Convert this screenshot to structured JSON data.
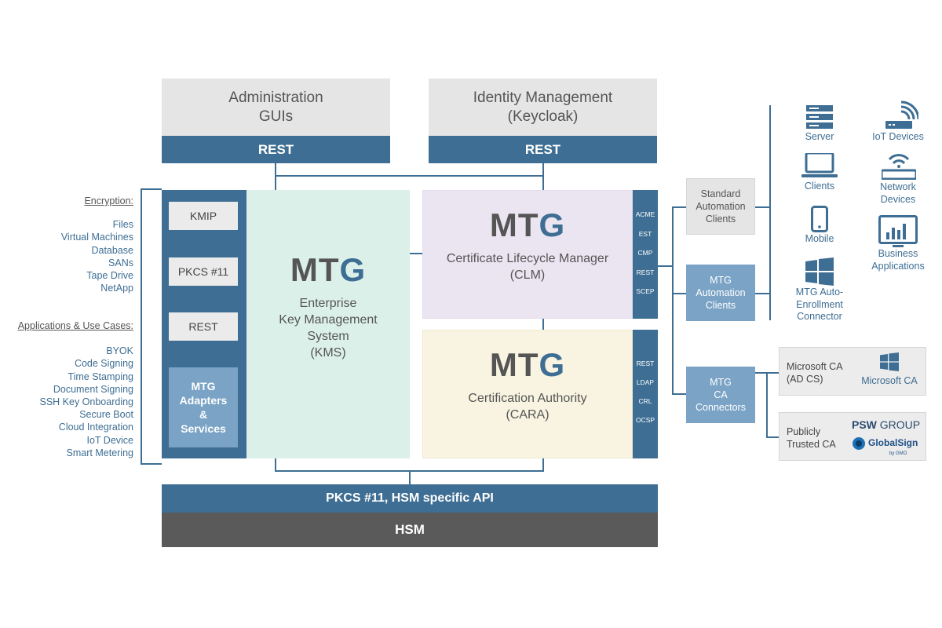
{
  "top": {
    "admin": {
      "line1": "Administration",
      "line2": "GUIs",
      "rest": "REST"
    },
    "identity": {
      "line1": "Identity Management",
      "line2": "(Keycloak)",
      "rest": "REST"
    }
  },
  "left_lists": {
    "encryption_heading": "Encryption:",
    "encryption_items": [
      "Files",
      "Virtual Machines",
      "Database",
      "SANs",
      "Tape Drive",
      "NetApp"
    ],
    "apps_heading": "Applications & Use Cases:",
    "apps_items": [
      "BYOK",
      "Code Signing",
      "Time Stamping",
      "Document Signing",
      "SSH Key Onboarding",
      "Secure Boot",
      "Cloud Integration",
      "IoT Device",
      "Smart Metering"
    ]
  },
  "kms": {
    "interfaces": [
      "KMIP",
      "PKCS #11",
      "REST"
    ],
    "adapters": {
      "line1": "MTG",
      "line2": "Adapters",
      "line3": "&",
      "line4": "Services"
    },
    "logo_main": "MT",
    "logo_accent": "G",
    "title": {
      "line1": "Enterprise",
      "line2": "Key Management",
      "line3": "System",
      "line4": "(KMS)"
    }
  },
  "clm": {
    "logo_main": "MT",
    "logo_accent": "G",
    "title": {
      "line1": "Certificate Lifecycle Manager",
      "line2": "(CLM)"
    },
    "protocols": [
      "ACME",
      "EST",
      "CMP",
      "REST",
      "SCEP"
    ]
  },
  "cara": {
    "logo_main": "MT",
    "logo_accent": "G",
    "title": {
      "line1": "Certification Authority",
      "line2": "(CARA)"
    },
    "protocols": [
      "REST",
      "LDAP",
      "CRL",
      "OCSP"
    ]
  },
  "clients": {
    "standard": {
      "line1": "Standard",
      "line2": "Automation",
      "line3": "Clients"
    },
    "mtg": {
      "line1": "MTG",
      "line2": "Automation",
      "line3": "Clients"
    },
    "connectors": {
      "line1": "MTG",
      "line2": "CA",
      "line3": "Connectors"
    }
  },
  "devices": {
    "server": "Server",
    "iot": "IoT Devices",
    "clients": "Clients",
    "network": {
      "line1": "Network",
      "line2": "Devices"
    },
    "mobile": "Mobile",
    "business": {
      "line1": "Business",
      "line2": "Applications"
    },
    "autoenroll": {
      "line1": "MTG Auto-",
      "line2": "Enrollment",
      "line3": "Connector"
    }
  },
  "ca_targets": {
    "microsoft": {
      "line1": "Microsoft CA",
      "line2": "(AD CS)",
      "logo": "Microsoft CA"
    },
    "public": {
      "line1": "Publicly",
      "line2": "Trusted CA",
      "psw_bold": "PSW",
      "psw_rest": " GROUP",
      "globalsign": "GlobalSign",
      "gmo": "by GMO"
    }
  },
  "bottom": {
    "api": "PKCS #11, HSM specific API",
    "hsm": "HSM"
  },
  "colors": {
    "accent": "#3e6e93",
    "light_blue": "#7aa3c6",
    "grey": "#e5e5e5",
    "dark_grey": "#5a5a5a",
    "kms_bg": "#dcf0ea",
    "clm_bg": "#ebe4f1",
    "cara_bg": "#f8f4e1"
  }
}
